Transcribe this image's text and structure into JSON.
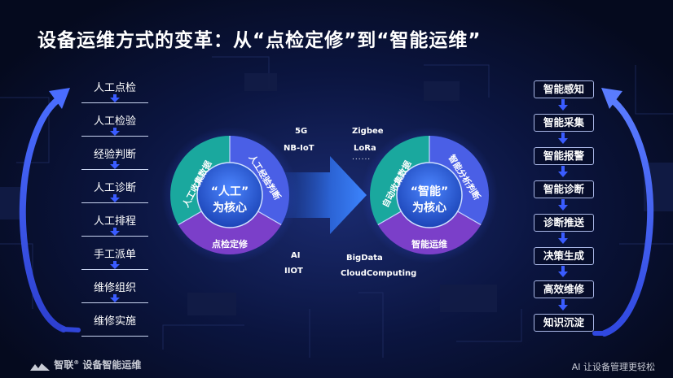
{
  "title": "设备运维方式的变革：从“点检定修”到“智能运维”",
  "left_steps": [
    "人工点检",
    "人工检验",
    "经验判断",
    "人工诊断",
    "人工排程",
    "手工派单",
    "维修组织",
    "维修实施"
  ],
  "right_steps": [
    "智能感知",
    "智能采集",
    "智能报警",
    "智能诊断",
    "诊断推送",
    "决策生成",
    "高效维修",
    "知识沉淀"
  ],
  "left_circle": {
    "center_line1": "“人工”",
    "center_line2": "为核心",
    "seg_left": "人工收集数据",
    "seg_right": "人工经验判断",
    "seg_bottom": "点检定修"
  },
  "right_circle": {
    "center_line1": "“智能”",
    "center_line2": "为核心",
    "seg_left": "自动收集数据",
    "seg_right": "智能分析判断",
    "seg_bottom": "智能运维"
  },
  "tech_labels": {
    "t5g": "5G",
    "nbiot": "NB-IoT",
    "ai": "AI",
    "iiot": "IIOT",
    "zigbee": "Zigbee",
    "lora": "LoRa",
    "ellipsis": "......",
    "bigdata": "BigData",
    "cloud": "CloudComputing"
  },
  "footer": {
    "logo_text": "智联",
    "logo_registered": "®",
    "logo_tagline": "设备智能运维",
    "slogan": "AI 让设备管理更轻松"
  },
  "colors": {
    "teal": "#1aa89e",
    "blue": "#4a5fe6",
    "purple": "#7b3fc9",
    "center": "#2d63d6"
  }
}
